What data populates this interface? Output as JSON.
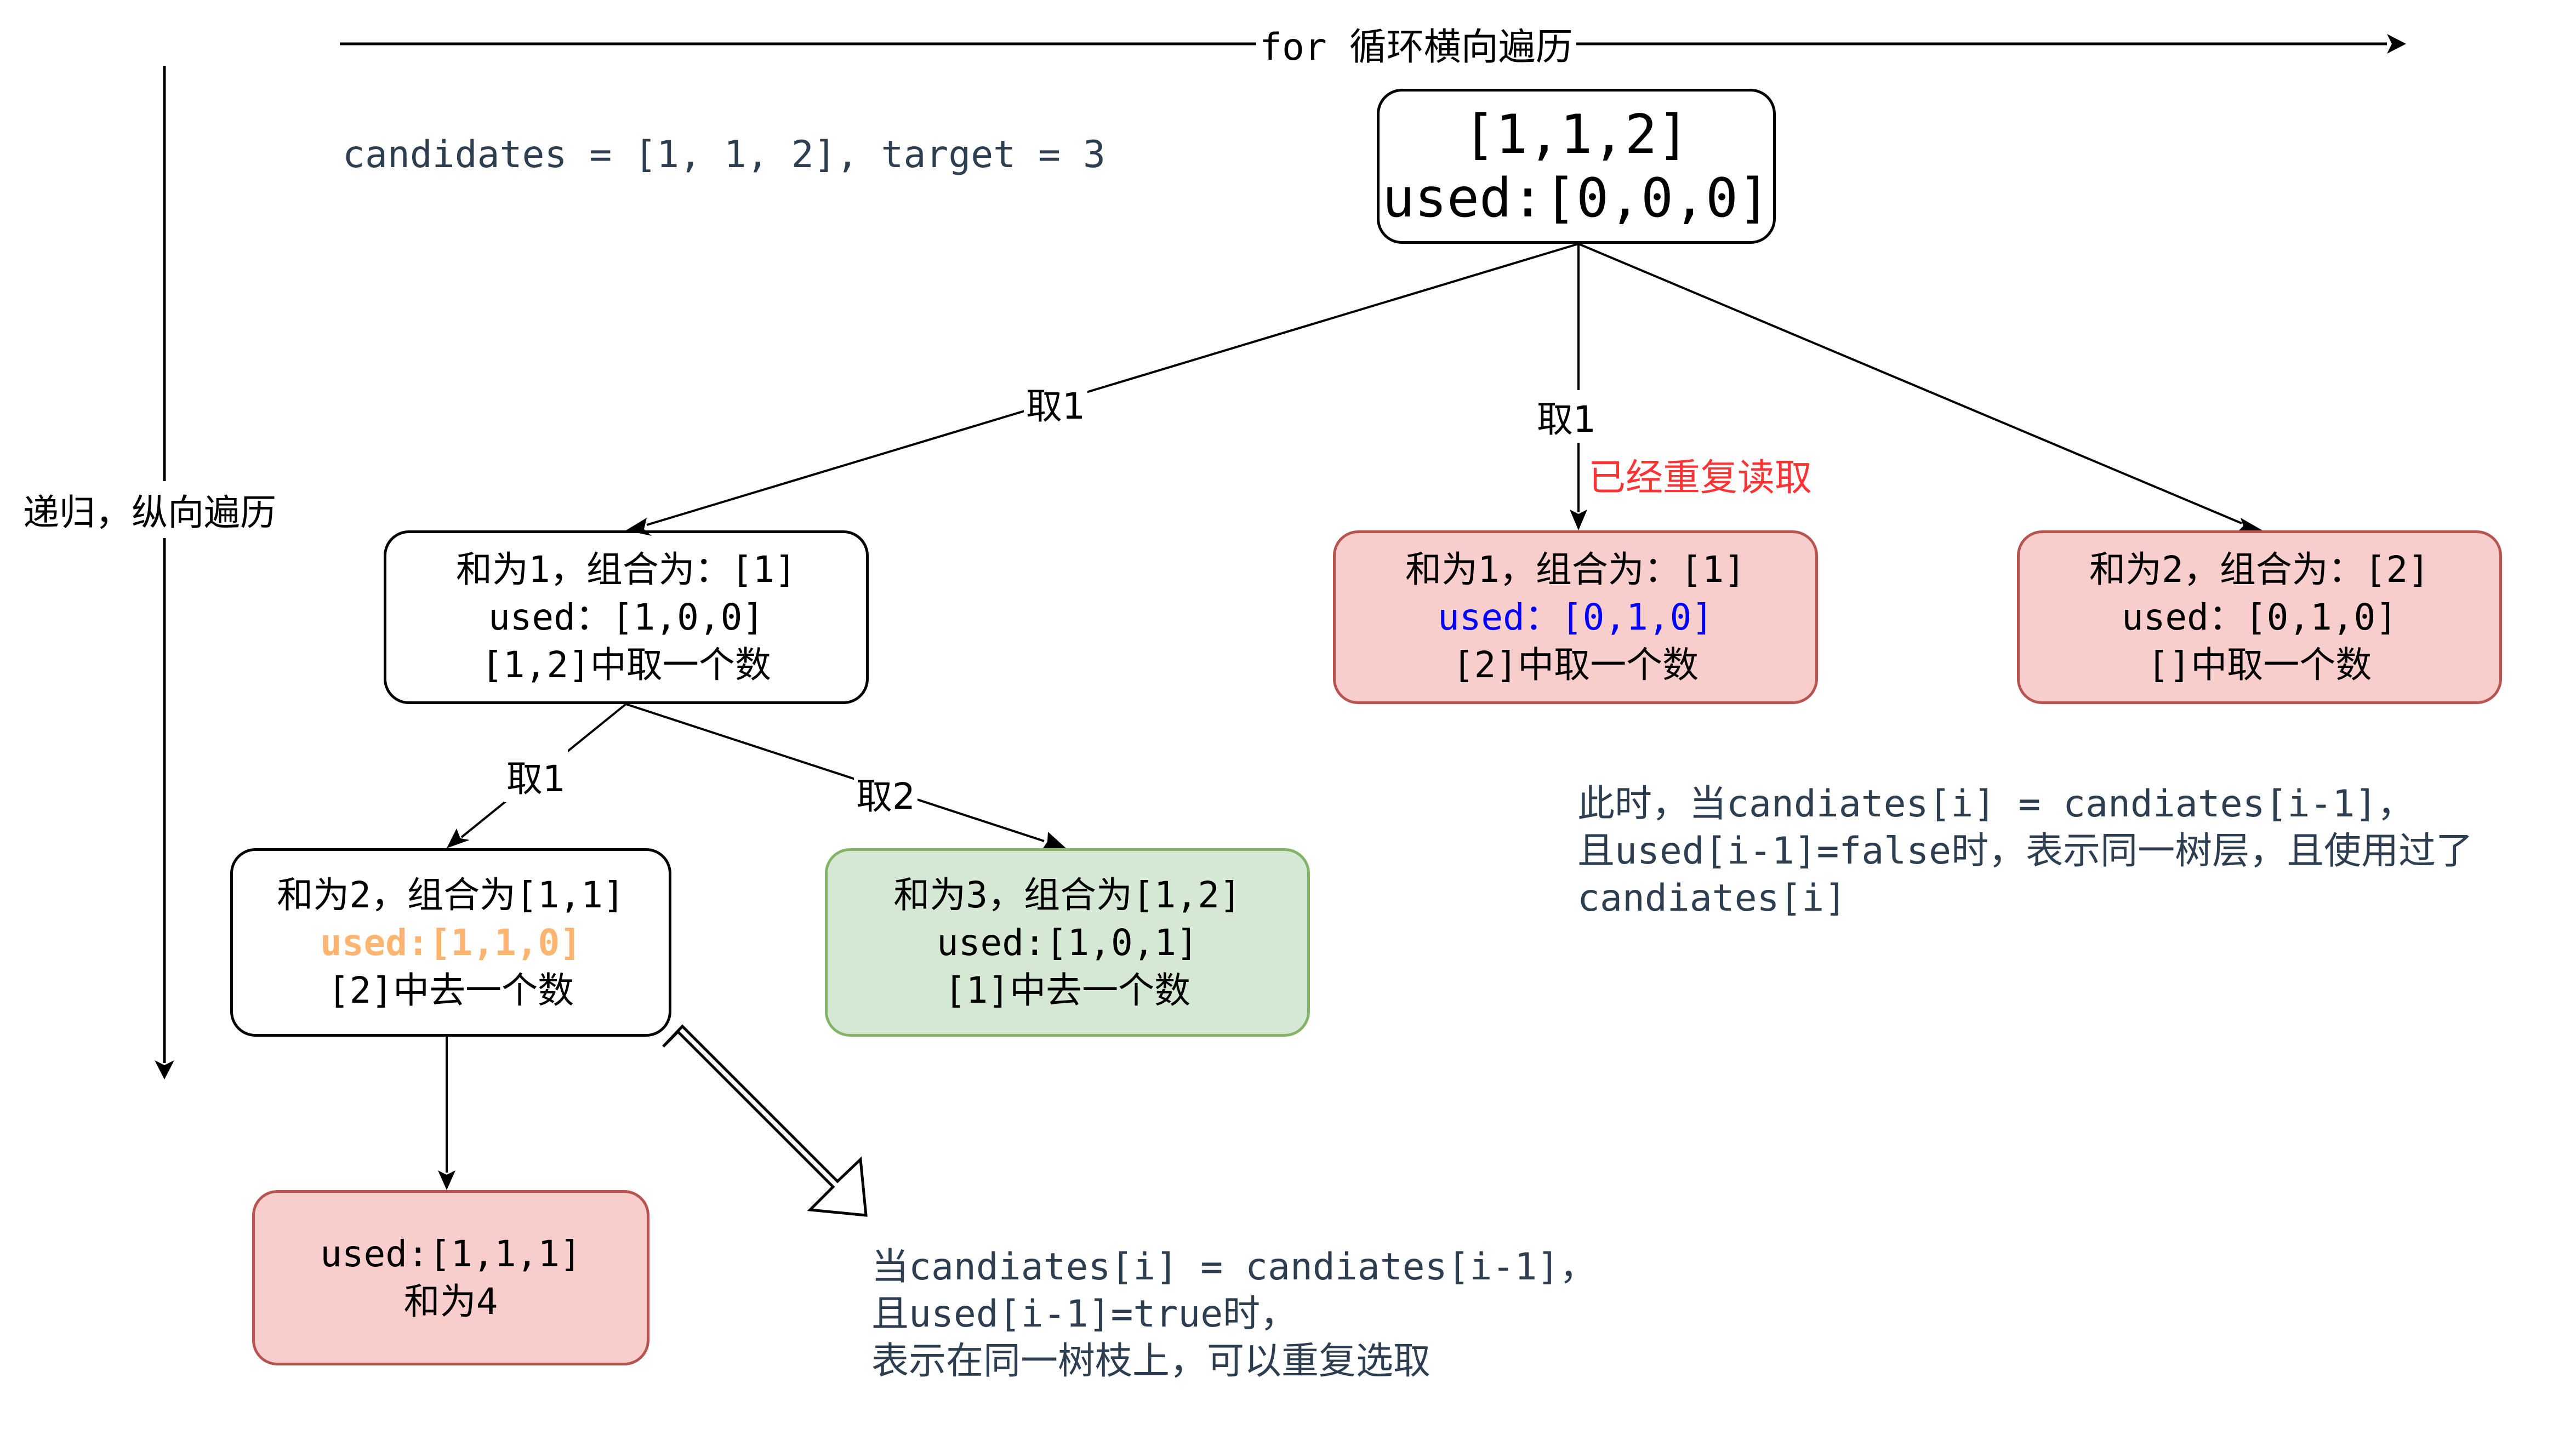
{
  "header": {
    "horizontal_label": "for 循环横向遍历",
    "vertical_label": "递归，纵向遍历",
    "problem": "candidates = [1, 1, 2], target = 3"
  },
  "nodes": {
    "root": {
      "lines": [
        "[1,1,2]",
        "used:[0,0,0]"
      ]
    },
    "left": {
      "lines": [
        "和为1，组合为：[1]",
        "used：[1,0,0]",
        "[1,2]中取一个数"
      ]
    },
    "middle": {
      "lines": [
        "和为1，组合为：[1]",
        "used：[0,1,0]",
        "[2]中取一个数"
      ]
    },
    "right": {
      "lines": [
        "和为2，组合为：[2]",
        "used：[0,1,0]",
        "[]中取一个数"
      ]
    },
    "left_left": {
      "lines": [
        "和为2，组合为[1,1]",
        "used:[1,1,0]",
        "[2]中去一个数"
      ]
    },
    "left_right": {
      "lines": [
        "和为3，组合为[1,2]",
        "used:[1,0,1]",
        "[1]中去一个数"
      ]
    },
    "bottom": {
      "lines": [
        "used:[1,1,1]",
        "和为4"
      ]
    }
  },
  "edge_labels": {
    "root_left": "取1",
    "root_middle": "取1",
    "middle_note": "已经重复读取",
    "left_left": "取1",
    "left_right": "取2"
  },
  "notes": {
    "same_level": [
      "此时，当candiates[i] = candiates[i-1]，",
      "且used[i-1]=false时，表示同一树层，且使用过了",
      "candiates[i]"
    ],
    "same_branch": [
      "当candiates[i] = candiates[i-1]，",
      "且used[i-1]=true时，",
      "表示在同一树枝上，可以重复选取"
    ]
  },
  "colors": {
    "red_fill": "#f8cecc",
    "red_stroke": "#b85450",
    "green_fill": "#d5e8d4",
    "green_stroke": "#82b366",
    "warning_text": "#ff3333",
    "blue_text": "#0000ff",
    "orange_text": "#ffb570",
    "note_text": "#2c3e50"
  }
}
